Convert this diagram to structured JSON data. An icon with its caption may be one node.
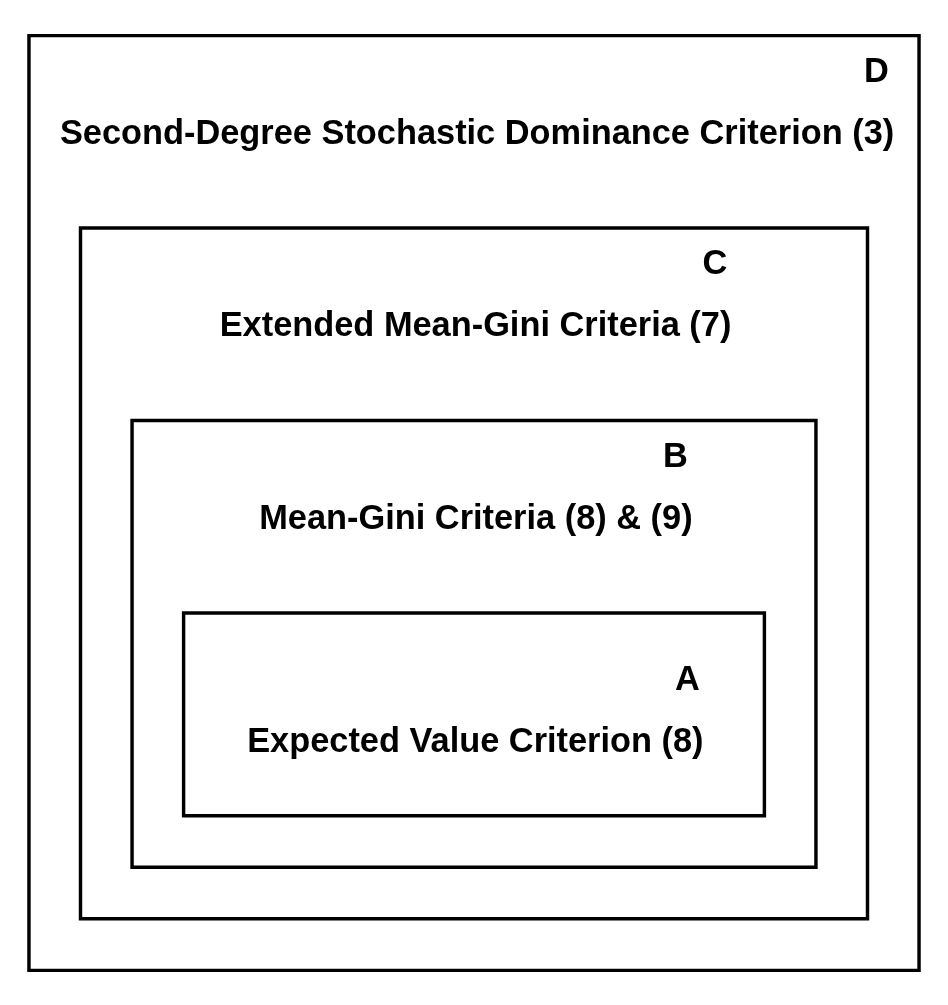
{
  "diagram": {
    "nodes": [
      {
        "text": [
          "D",
          "Second-Degree Stochastic Dominance Criterion (3)"
        ]
      },
      {
        "text": [
          "C",
          "Extended Mean-Gini Criteria (7)"
        ],
        "in": 0
      },
      {
        "text": [
          "B",
          "Mean-Gini Criteria (8) & (9)"
        ],
        "in": 1
      },
      {
        "text": [
          "A",
          "Expected Value Criterion (8)"
        ],
        "in": 2
      }
    ],
    "edges": []
  }
}
